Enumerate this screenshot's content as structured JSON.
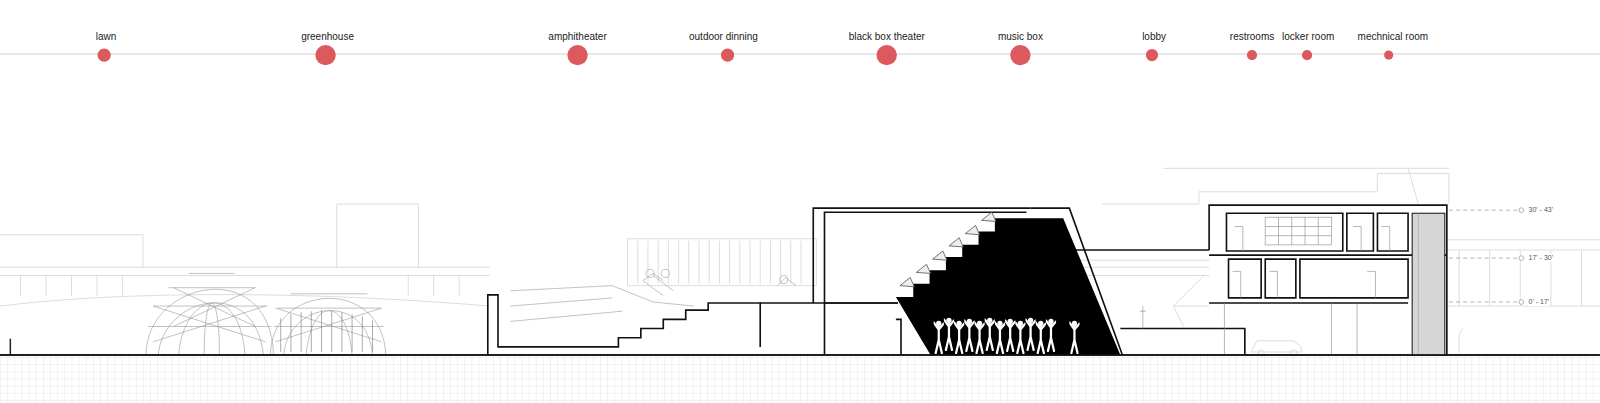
{
  "diagram": {
    "labels": [
      "lawn",
      "greenhouse",
      "amphitheater",
      "outdoor dinning",
      "black box theater",
      "music box",
      "lobby",
      "restrooms",
      "locker room",
      "mechnical room",
      "30' - 43'",
      "17' - 30'",
      "0' - 17'"
    ]
  }
}
